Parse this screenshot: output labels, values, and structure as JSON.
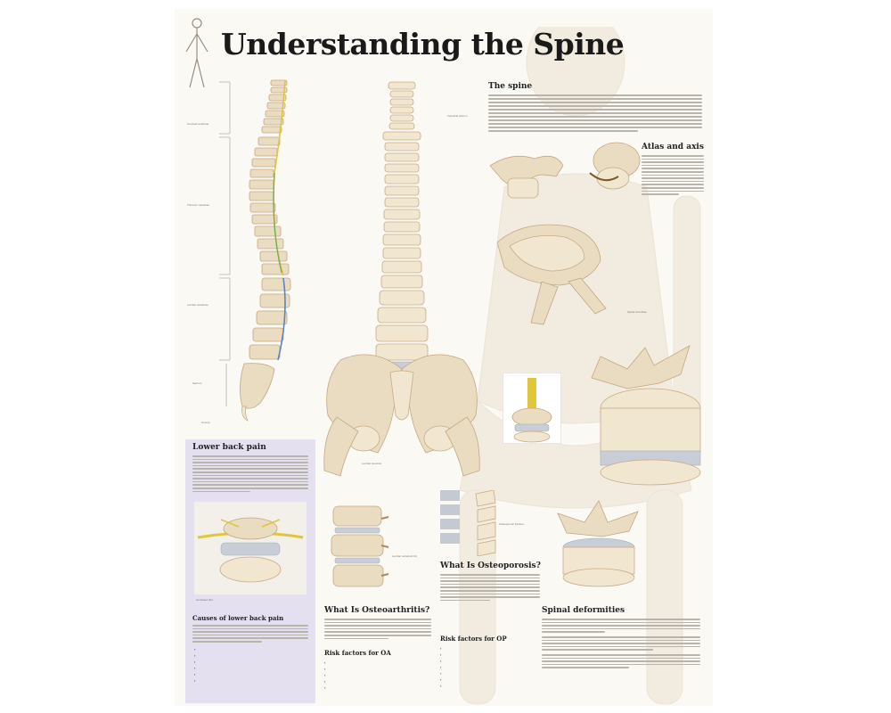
{
  "title": "Understanding the Spine",
  "sections": {
    "spine": "The spine",
    "atlas_axis": "Atlas and axis",
    "lower_back_pain": "Lower back pain",
    "causes": "Causes of lower back pain",
    "osteoarthritis": "What Is Osteoarthritis?",
    "osteoporosis": "What Is Osteoporosis?",
    "spinal_deformities": "Spinal deformities",
    "risk_factors_oa": "Risk factors for OA",
    "risk_factors_op": "Risk factors for OP"
  },
  "labels": {
    "cervical": "Cervical vertebrae",
    "thoracic": "Thoracic vertebrae",
    "lumbar": "Lumbar vertebrae",
    "sacrum": "Sacrum",
    "coccyx": "Coccyx",
    "vertebral_column": "Vertebral column",
    "lumbar_stenosis": "Lumbar stenosis",
    "spinal_vertebrae": "Spinal vertebrae",
    "herniated_disc": "Herniated disc",
    "lumbar_oa": "Lumbar vertebral OA",
    "osteoporotic_fracture": "Osteoporotic fracture"
  },
  "colors": {
    "bone": "#eadcc0",
    "panel": "#e4e0ef",
    "spinal_cord_yellow": "#e1c53a",
    "nerve_green": "#6fae5a",
    "nerve_blue": "#5a84c4"
  }
}
